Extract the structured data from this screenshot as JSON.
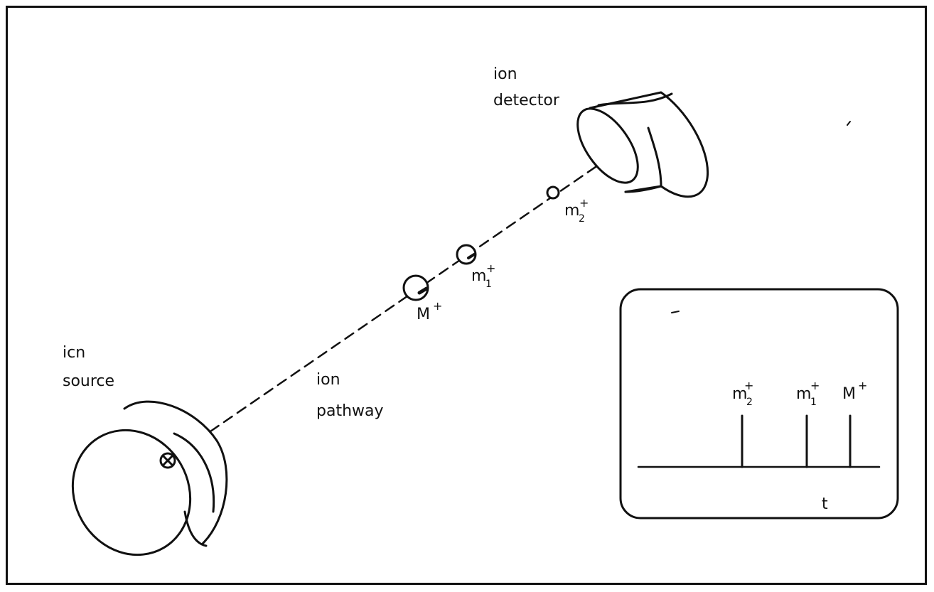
{
  "labels": {
    "detector_line1": "ion",
    "detector_line2": "detector",
    "source_line1": "icn",
    "source_line2": "source",
    "pathway_line1": "ion",
    "pathway_line2": "pathway"
  },
  "ions": {
    "big": "M",
    "mid": "m",
    "mid_sub": "1",
    "small": "m",
    "small_sub": "2",
    "charge": "+"
  },
  "inset": {
    "axis_label": "t",
    "peaks": [
      {
        "name": "m",
        "sub": "2"
      },
      {
        "name": "m",
        "sub": "1"
      },
      {
        "name": "M",
        "sub": ""
      }
    ]
  },
  "colors": {
    "ink": "#111111",
    "paper": "#ffffff"
  }
}
